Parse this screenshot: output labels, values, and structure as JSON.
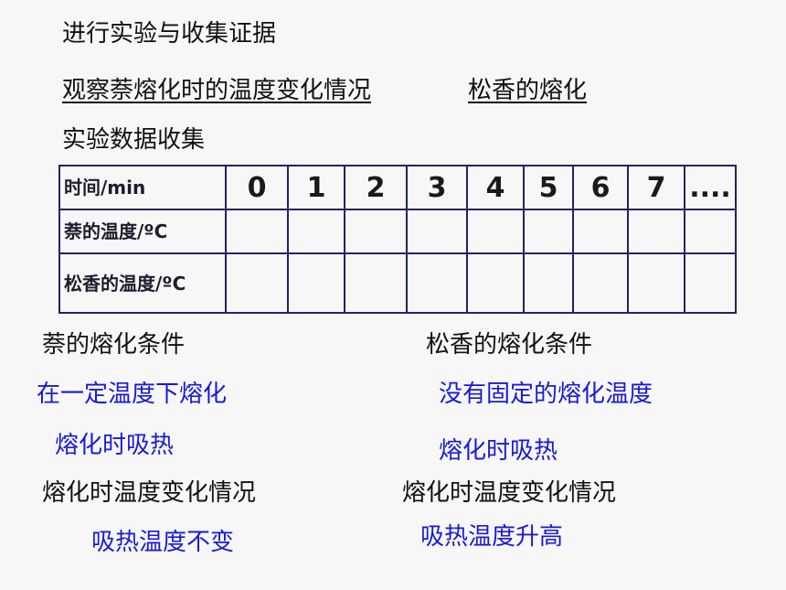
{
  "title": "进行实验与收集证据",
  "subtitle_left": "观察萘熔化时的温度变化情况",
  "subtitle_right": "松香的熔化",
  "data_heading": "实验数据收集",
  "table": {
    "row_headers": [
      "时间/min",
      "萘的温度/ºC",
      "松香的温度/ºC"
    ],
    "time_values": [
      "0",
      "1",
      "2",
      "3",
      "4",
      "5",
      "6",
      "7",
      "...."
    ]
  },
  "left": {
    "heading": "萘的熔化条件",
    "cond1": "在一定温度下熔化",
    "cond2": "熔化时吸热",
    "heading2": "熔化时温度变化情况",
    "result": "吸热温度不变"
  },
  "right": {
    "heading": "松香的熔化条件",
    "cond1": "没有固定的熔化温度",
    "cond2": "熔化时吸热",
    "heading2": "熔化时温度变化情况",
    "result": "吸热温度升高"
  }
}
